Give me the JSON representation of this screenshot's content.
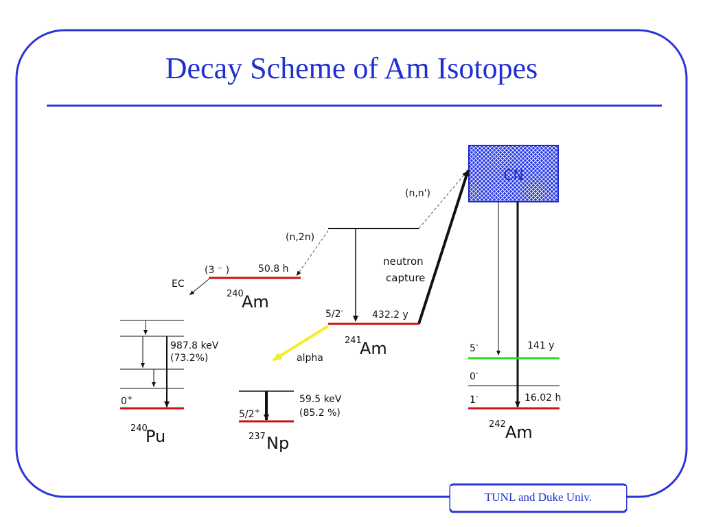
{
  "slide": {
    "title": "Decay Scheme of Am Isotopes",
    "footer": "TUNL and Duke Univ.",
    "accent_color": "#1f2fd0"
  },
  "diagram": {
    "cn_label": "CN",
    "reaction_nn": "(n,n')",
    "reaction_n2n": "(n,2n)",
    "neutron_capture_line1": "neutron",
    "neutron_capture_line2": "capture",
    "ec_label": "EC",
    "alpha_label": "alpha",
    "am240": {
      "mass": "240",
      "symbol": "Am",
      "spin": "(3 ⁻ )",
      "halflife": "50.8 h"
    },
    "am241": {
      "mass": "241",
      "symbol": "Am",
      "spin": "5/2",
      "spin_sup": "-",
      "halflife": "432.2 y"
    },
    "pu240": {
      "mass": "240",
      "symbol": "Pu",
      "ground": "0",
      "ground_sup": "+",
      "energy": "987.8 keV",
      "intensity": "(73.2%)"
    },
    "np237": {
      "mass": "237",
      "symbol": "Np",
      "ground": "5/2",
      "ground_sup": "+",
      "energy": "59.5 keV",
      "intensity": "(85.2 %)"
    },
    "am242": {
      "mass": "242",
      "symbol": "Am",
      "level5": "5",
      "level5_sup": "-",
      "level5_halflife": "141 y",
      "level0": "0",
      "level0_sup": "-",
      "level1": "1",
      "level1_sup": "-",
      "level1_halflife": "16.02 h"
    },
    "colors": {
      "red_level": "#d01010",
      "green_level": "#22dd22",
      "alpha_arrow": "#f4f020",
      "cn_fill": "#2a3be0"
    }
  }
}
